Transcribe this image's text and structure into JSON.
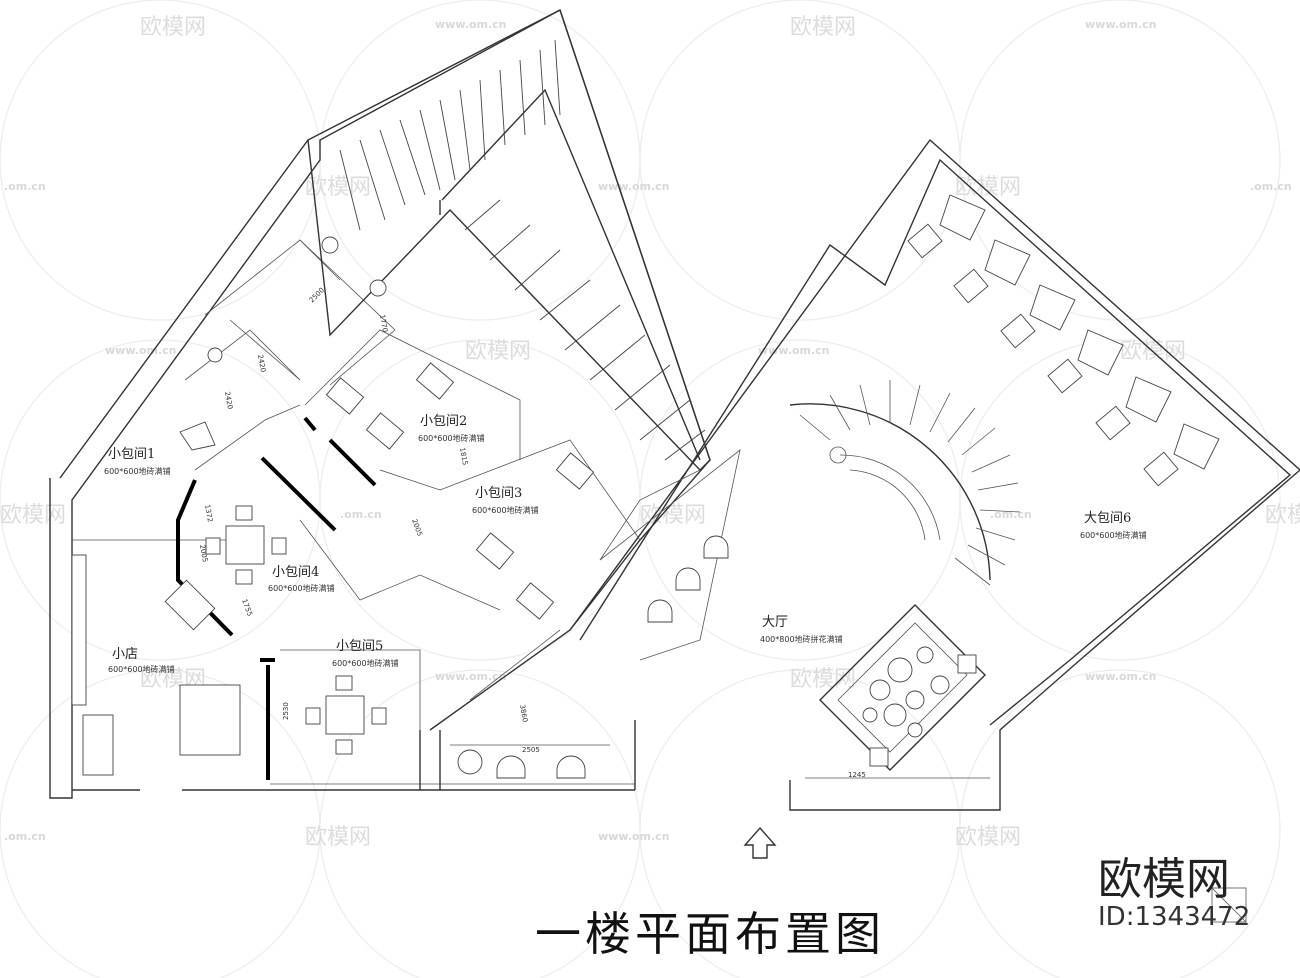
{
  "title": "一楼平面布置图",
  "brand": {
    "name": "欧模网",
    "id": "ID:1343472"
  },
  "watermark": {
    "text": "欧模网",
    "url": "www.om.cn",
    "url_short": ".om.cn"
  },
  "rooms": {
    "room1": {
      "name": "小包间1",
      "floor": "600*600地砖满铺"
    },
    "room2": {
      "name": "小包间2",
      "floor": "600*600地砖满铺"
    },
    "room3": {
      "name": "小包间3",
      "floor": "600*600地砖满铺"
    },
    "room4": {
      "name": "小包间4",
      "floor": "600*600地砖满铺"
    },
    "room5": {
      "name": "小包间5",
      "floor": "600*600地砖满铺"
    },
    "shop": {
      "name": "小店",
      "floor": "600*600地砖满铺"
    },
    "hall": {
      "name": "大厅",
      "floor": "400*800地砖拼花满铺"
    },
    "room6": {
      "name": "大包间6",
      "floor": "600*600地砖满铺"
    }
  },
  "dimensions": [
    "2500",
    "1770",
    "2420",
    "2420",
    "1372",
    "1815",
    "2005",
    "2005",
    "1755",
    "2530",
    "3860",
    "2505",
    "1245"
  ],
  "colors": {
    "line": "#333333",
    "heavy_wall": "#000000",
    "watermark": "#dcdcdc"
  }
}
